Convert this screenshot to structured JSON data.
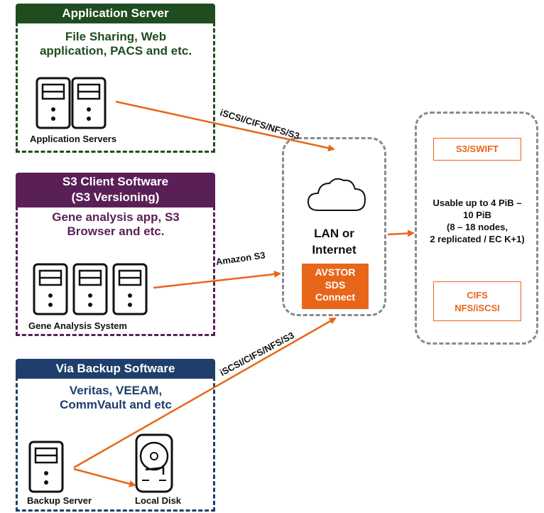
{
  "app_server": {
    "header": "Application Server",
    "subtitle_line1": "File Sharing, Web",
    "subtitle_line2": "application, PACS and etc.",
    "device_label": "Application Servers"
  },
  "s3_client": {
    "header_line1": "S3 Client Software",
    "header_line2": "(S3 Versioning)",
    "subtitle_line1": "Gene analysis app, S3",
    "subtitle_line2": "Browser and etc.",
    "device_label": "Gene Analysis System"
  },
  "backup": {
    "header": "Via Backup Software",
    "subtitle_line1": "Veritas, VEEAM,",
    "subtitle_line2": "CommVault and etc",
    "server_label": "Backup Server",
    "disk_label": "Local Disk"
  },
  "network": {
    "label_line1": "LAN or",
    "label_line2": "Internet",
    "connect_line1": "AVSTOR",
    "connect_line2": "SDS",
    "connect_line3": "Connect"
  },
  "storage": {
    "top_button": "S3/SWIFT",
    "capacity_line1": "Usable up to 4 PiB –",
    "capacity_line2": "10 PiB",
    "capacity_line3": "(8 – 18 nodes,",
    "capacity_line4": "2 replicated / EC K+1)",
    "bottom_line1": "CIFS",
    "bottom_line2": "NFS/iSCSI"
  },
  "protocols": {
    "app_link": "iSCSI/CIFS/NFS/S3",
    "s3_link": "Amazon S3",
    "backup_link": "iSCSI/CIFS/NFS/S3"
  },
  "colors": {
    "green": "#1f4d1f",
    "purple": "#5b1f57",
    "blue": "#1f3e6b",
    "orange": "#e8661a",
    "gray": "#8a8a8a"
  }
}
